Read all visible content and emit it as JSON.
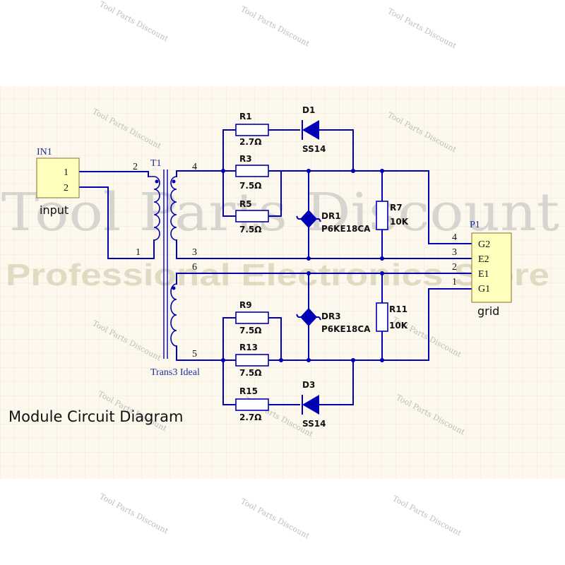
{
  "colors": {
    "background_band": "#fdf8ee",
    "grid": "#f0e2c8",
    "wire": "#0000b4",
    "connector_fill": "#ffffbe",
    "connector_stroke": "#8a6d2c",
    "resistor_fill": "#ffffff",
    "designator_blue": "#1e2f9c",
    "watermark": "#b9b9b9"
  },
  "watermarks": {
    "small": "Tool Parts Discount",
    "big_line1": "Tool Parts Discount",
    "big_line2": "Professional Electronics Store"
  },
  "caption": "Module Circuit Diagram",
  "in1": {
    "designator": "IN1",
    "name": "input",
    "pins": [
      "1",
      "2"
    ]
  },
  "t1": {
    "designator": "T1",
    "model": "Trans3 Ideal",
    "pins": {
      "p1": "1",
      "p2": "2",
      "p3": "3",
      "p4": "4",
      "p5": "5",
      "p6": "6"
    }
  },
  "p1": {
    "designator": "P1",
    "name": "grid",
    "pin_names": [
      "G2",
      "E2",
      "E1",
      "G1"
    ],
    "pin_numbers": [
      "4",
      "3",
      "2",
      "1"
    ]
  },
  "parts": {
    "r1": {
      "ref": "R1",
      "value": "2.7Ω"
    },
    "r3": {
      "ref": "R3",
      "value": "7.5Ω"
    },
    "r5": {
      "ref": "R5",
      "value": "7.5Ω"
    },
    "r7": {
      "ref": "R7",
      "value": "10K"
    },
    "r9": {
      "ref": "R9",
      "value": "7.5Ω"
    },
    "r11": {
      "ref": "R11",
      "value": "10K"
    },
    "r13": {
      "ref": "R13",
      "value": "7.5Ω"
    },
    "r15": {
      "ref": "R15",
      "value": "2.7Ω"
    },
    "d1": {
      "ref": "D1",
      "value": "SS14"
    },
    "d3": {
      "ref": "D3",
      "value": "SS14"
    },
    "dr1": {
      "ref": "DR1",
      "value": "P6KE18CA"
    },
    "dr3": {
      "ref": "DR3",
      "value": "P6KE18CA"
    }
  }
}
